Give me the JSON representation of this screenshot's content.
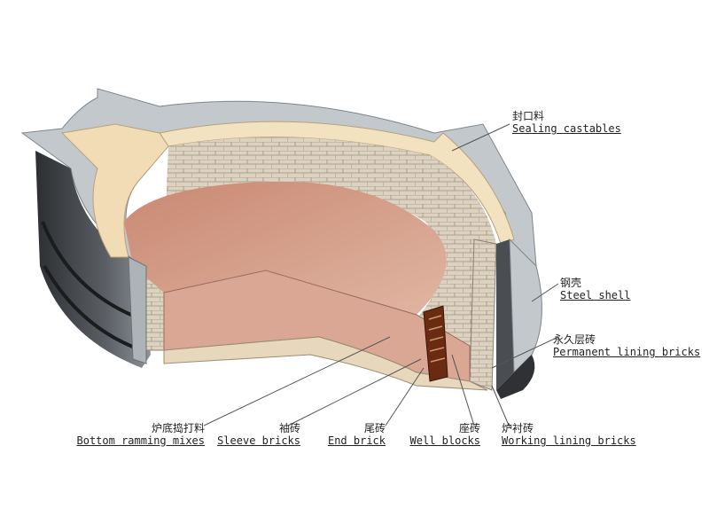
{
  "labels": {
    "sealing": {
      "cn": "封口料",
      "en": "Sealing castables"
    },
    "steel_shell": {
      "cn": "钢壳",
      "en": "Steel shell"
    },
    "permanent": {
      "cn": "永久层砖",
      "en": "Permanent lining bricks"
    },
    "bottom": {
      "cn": "炉底捣打料",
      "en": "Bottom ramming mixes"
    },
    "sleeve": {
      "cn": "袖砖",
      "en": "Sleeve bricks"
    },
    "end": {
      "cn": "尾砖",
      "en": "End brick"
    },
    "well": {
      "cn": "座砖",
      "en": "Well blocks"
    },
    "working": {
      "cn": "炉衬砖",
      "en": "Working lining bricks"
    }
  },
  "colors": {
    "shell": "#b9bec4",
    "shell_dark": "#3c3f43",
    "brick": "#d9cdbb",
    "floor": "#c98e7a",
    "castable": "#f3e2c0",
    "well_block": "#6b2a12"
  }
}
